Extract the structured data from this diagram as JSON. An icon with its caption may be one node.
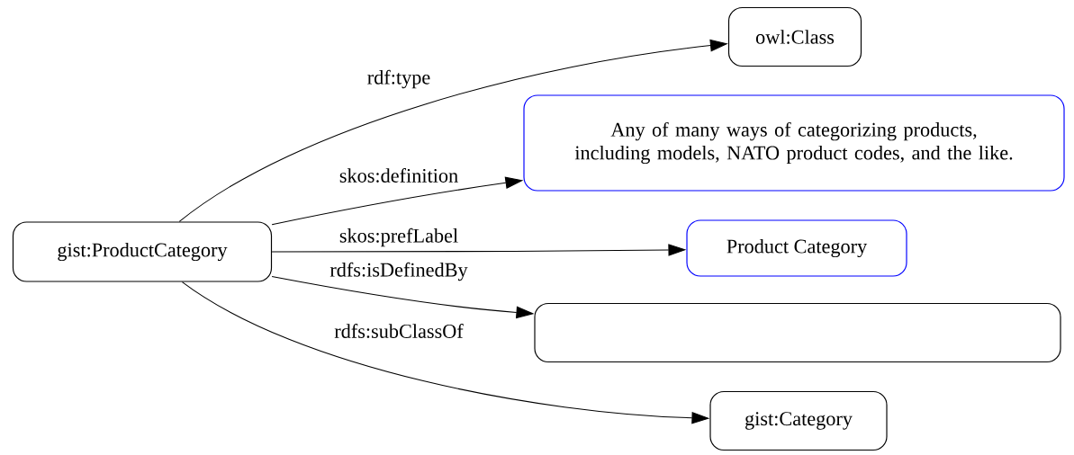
{
  "diagram": {
    "nodes": [
      {
        "text": [
          "gist:ProductCategory"
        ]
      },
      {
        "text": [
          "owl:Class"
        ]
      },
      {
        "text": [
          "Any of many ways of categorizing products, including models, NATO product codes, and the like."
        ]
      },
      {
        "text": [
          "Product Category"
        ]
      },
      {
        "text": [],
        "shape": "box"
      },
      {
        "text": [
          "gist:Category"
        ]
      }
    ],
    "edges": [
      {
        "from": 0,
        "to": 1,
        "arrow": "to",
        "label": "rdf:type"
      },
      {
        "from": 0,
        "to": 2,
        "arrow": "to",
        "label": "skos:definition"
      },
      {
        "from": 0,
        "to": 3,
        "arrow": "to",
        "label": "skos:prefLabel"
      },
      {
        "from": 0,
        "to": 4,
        "arrow": "to",
        "label": "rdfs:isDefinedBy"
      },
      {
        "from": 0,
        "to": 5,
        "arrow": "to",
        "label": "rdfs:subClassOf"
      }
    ]
  }
}
